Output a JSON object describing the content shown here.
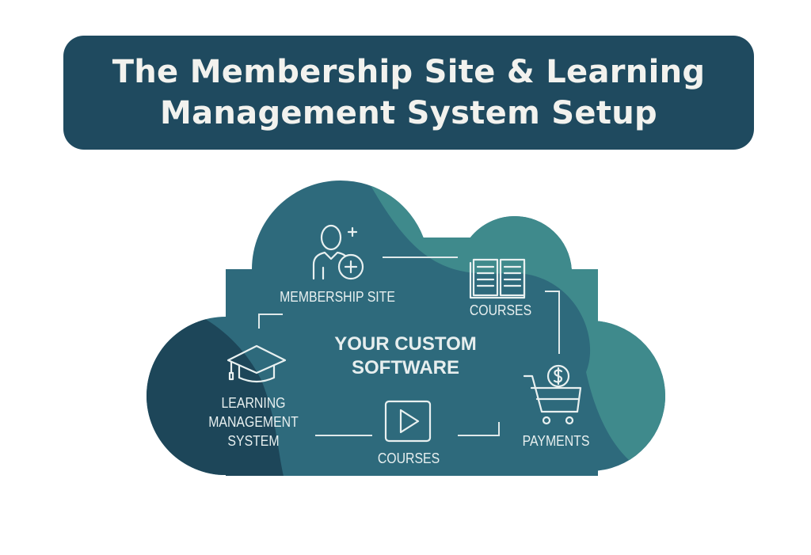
{
  "title": {
    "line1": "The Membership Site & Learning",
    "line2": "Management System Setup"
  },
  "center": {
    "line1": "YOUR CUSTOM",
    "line2": "SOFTWARE"
  },
  "nodes": {
    "membership": "MEMBERSHIP SITE",
    "courses_book": "COURSES",
    "payments": "PAYMENTS",
    "courses_video": "COURSES",
    "lms": {
      "line1": "LEARNING",
      "line2": "MANAGEMENT",
      "line3": "SYSTEM"
    }
  },
  "colors": {
    "banner": "#1f4a5f",
    "cloud": "#2e6a7c",
    "cloud_dark": "#1d4659",
    "cloud_light": "#3f8a8c",
    "text": "#f2f2ee"
  }
}
